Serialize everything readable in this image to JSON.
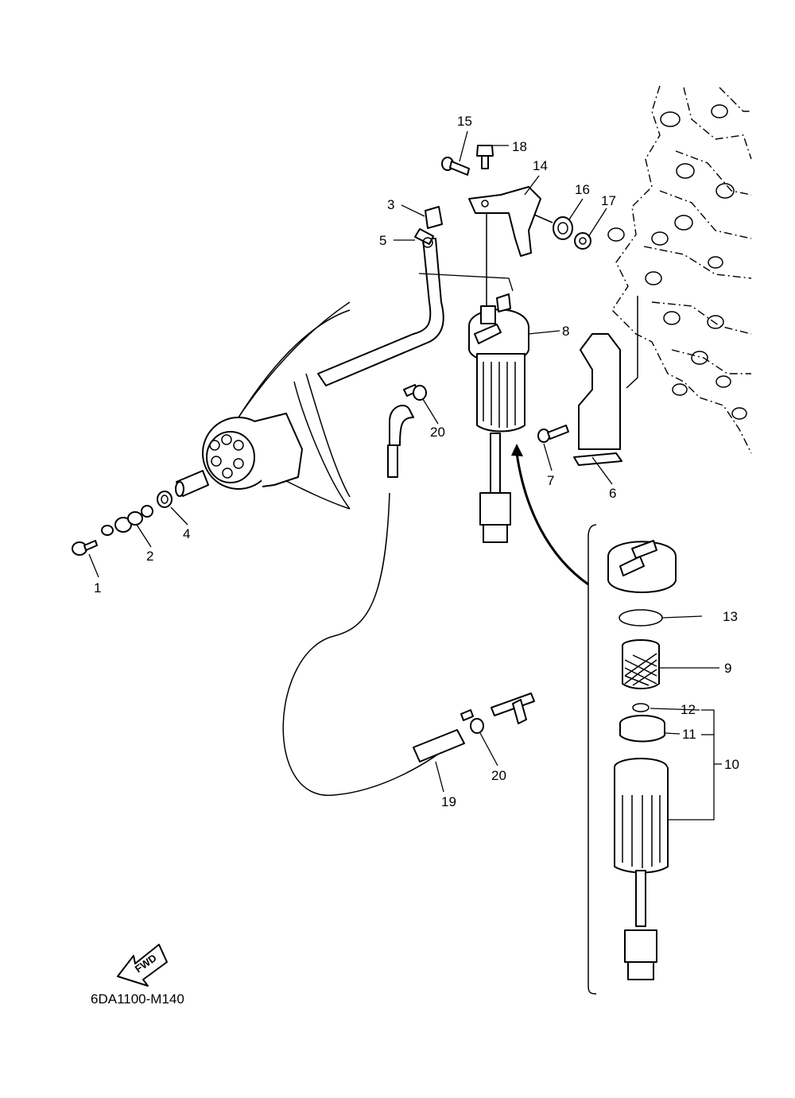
{
  "diagram": {
    "code": "6DA1100-M140",
    "fwd_label": "FWD",
    "callouts": [
      {
        "id": "c1",
        "text": "1"
      },
      {
        "id": "c2",
        "text": "2"
      },
      {
        "id": "c3",
        "text": "3"
      },
      {
        "id": "c4",
        "text": "4"
      },
      {
        "id": "c5",
        "text": "5"
      },
      {
        "id": "c6",
        "text": "6"
      },
      {
        "id": "c7",
        "text": "7"
      },
      {
        "id": "c8",
        "text": "8"
      },
      {
        "id": "c9",
        "text": "9"
      },
      {
        "id": "c10",
        "text": "10"
      },
      {
        "id": "c11",
        "text": "11"
      },
      {
        "id": "c12",
        "text": "12"
      },
      {
        "id": "c13",
        "text": "13"
      },
      {
        "id": "c14",
        "text": "14"
      },
      {
        "id": "c15",
        "text": "15"
      },
      {
        "id": "c16",
        "text": "16"
      },
      {
        "id": "c17",
        "text": "17"
      },
      {
        "id": "c18",
        "text": "18"
      },
      {
        "id": "c19",
        "text": "19"
      },
      {
        "id": "c20a",
        "text": "20"
      },
      {
        "id": "c20b",
        "text": "20"
      }
    ]
  }
}
